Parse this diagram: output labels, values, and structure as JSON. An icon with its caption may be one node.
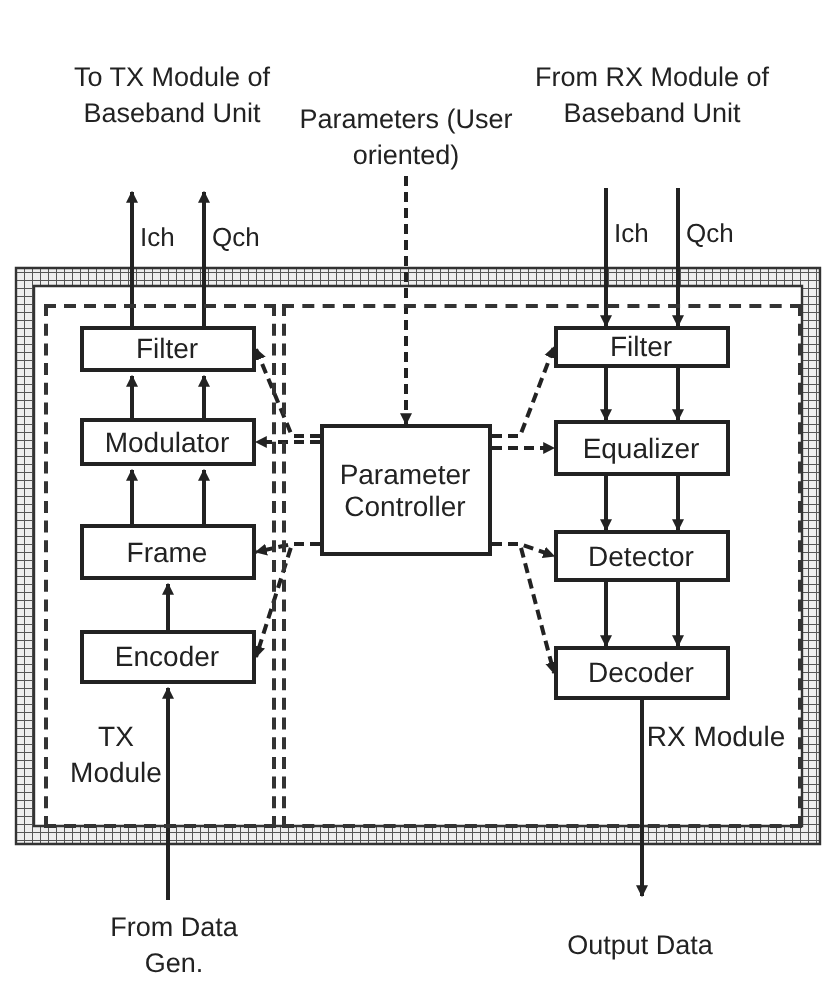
{
  "diagram": {
    "nodes": [
      {
        "text": [
          "TX Module"
        ]
      },
      {
        "text": [
          "RX Module"
        ]
      },
      {
        "text": [
          "Filter"
        ],
        "in": 0
      },
      {
        "text": [
          "Modulator"
        ],
        "in": 0
      },
      {
        "text": [
          "Frame"
        ],
        "in": 0
      },
      {
        "text": [
          "Encoder"
        ],
        "in": 0
      },
      {
        "text": [
          "Parameter Controller"
        ],
        "in": 1
      },
      {
        "text": [
          "Filter"
        ],
        "in": 1
      },
      {
        "text": [
          "Equalizer"
        ],
        "in": 1
      },
      {
        "text": [
          "Detector"
        ],
        "in": 1
      },
      {
        "text": [
          "Decoder"
        ],
        "in": 1
      },
      {
        "text": [
          "To TX Module of Baseband Unit"
        ]
      },
      {
        "text": [
          "Parameters (User oriented)"
        ]
      },
      {
        "text": [
          "From RX Module of Baseband Unit"
        ]
      },
      {
        "text": [
          "From Data Gen."
        ]
      },
      {
        "text": [
          "Output Data"
        ]
      }
    ],
    "edges": [
      {
        "from": 2,
        "to": 11,
        "arrow": "to",
        "label": "Ich"
      },
      {
        "from": 2,
        "to": 11,
        "arrow": "to",
        "label": "Qch"
      },
      {
        "from": 3,
        "to": 2,
        "arrow": "to"
      },
      {
        "from": 3,
        "to": 2,
        "arrow": "to"
      },
      {
        "from": 4,
        "to": 3,
        "arrow": "to"
      },
      {
        "from": 4,
        "to": 3,
        "arrow": "to"
      },
      {
        "from": 5,
        "to": 4,
        "arrow": "to"
      },
      {
        "from": 14,
        "to": 5,
        "arrow": "to"
      },
      {
        "from": 12,
        "to": 6,
        "arrow": "to",
        "style": "dashed"
      },
      {
        "from": 6,
        "to": 2,
        "arrow": "to",
        "style": "dashed"
      },
      {
        "from": 6,
        "to": 3,
        "arrow": "to",
        "style": "dashed"
      },
      {
        "from": 6,
        "to": 4,
        "arrow": "to",
        "style": "dashed"
      },
      {
        "from": 6,
        "to": 5,
        "arrow": "to",
        "style": "dashed"
      },
      {
        "from": 6,
        "to": 7,
        "arrow": "to",
        "style": "dashed"
      },
      {
        "from": 6,
        "to": 8,
        "arrow": "to",
        "style": "dashed"
      },
      {
        "from": 6,
        "to": 9,
        "arrow": "to",
        "style": "dashed"
      },
      {
        "from": 6,
        "to": 10,
        "arrow": "to",
        "style": "dashed"
      },
      {
        "from": 13,
        "to": 7,
        "arrow": "to",
        "label": "Ich"
      },
      {
        "from": 13,
        "to": 7,
        "arrow": "to",
        "label": "Qch"
      },
      {
        "from": 7,
        "to": 8,
        "arrow": "to"
      },
      {
        "from": 7,
        "to": 8,
        "arrow": "to"
      },
      {
        "from": 8,
        "to": 9,
        "arrow": "to"
      },
      {
        "from": 8,
        "to": 9,
        "arrow": "to"
      },
      {
        "from": 9,
        "to": 10,
        "arrow": "to"
      },
      {
        "from": 9,
        "to": 10,
        "arrow": "to"
      },
      {
        "from": 10,
        "to": 15,
        "arrow": "to"
      }
    ]
  }
}
